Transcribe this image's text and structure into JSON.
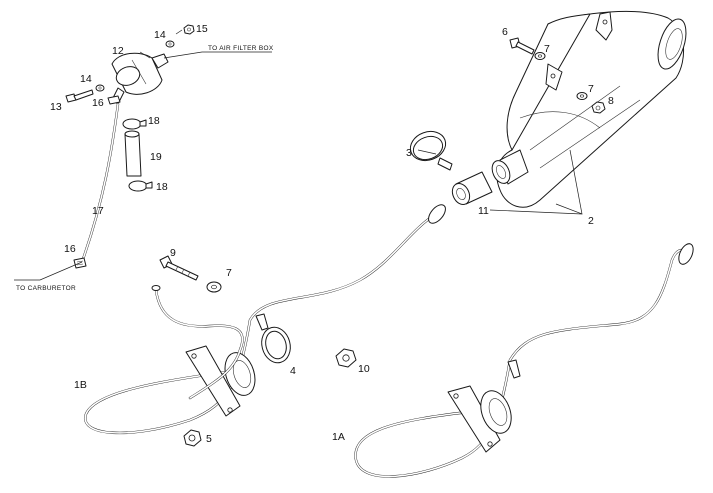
{
  "labels": {
    "to_air_filter_box": "TO AIR FILTER BOX",
    "to_carburetor": "TO CARBURETOR"
  },
  "callouts": {
    "p1a": "1A",
    "p1b": "1B",
    "p2": "2",
    "p3": "3",
    "p4": "4",
    "p5": "5",
    "p6": "6",
    "p7a": "7",
    "p7b": "7",
    "p7c": "7",
    "p8": "8",
    "p9": "9",
    "p10": "10",
    "p11": "11",
    "p12": "12",
    "p13": "13",
    "p14a": "14",
    "p14b": "14",
    "p15": "15",
    "p16a": "16",
    "p16b": "16",
    "p17": "17",
    "p18a": "18",
    "p18b": "18",
    "p19": "19"
  }
}
